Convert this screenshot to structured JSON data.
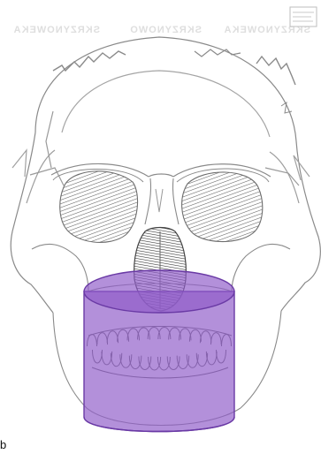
{
  "figure": {
    "background": "#ffffff",
    "paper_tint": "#fbfbfb",
    "line_color": "#8a8a8a",
    "hatch_color": "#5e5e5e",
    "overlay": {
      "fill": "#8f5bc8",
      "fill_opacity": 0.68,
      "stroke": "#6a3aa5"
    },
    "show_through_text": [
      "SKRZYNOWEKA",
      "SKRZYNOWO",
      "SKRZYNOWEKA"
    ],
    "panel_label": "b"
  }
}
